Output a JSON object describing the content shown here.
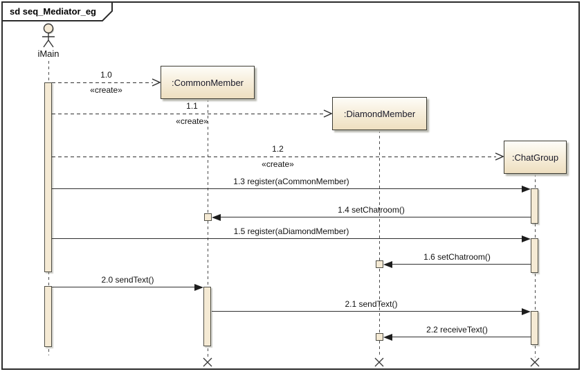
{
  "frame": {
    "title": "sd seq_Mediator_eg"
  },
  "actor": {
    "label": "iMain"
  },
  "objects": [
    {
      "name": ":CommonMember"
    },
    {
      "name": ":DiamondMember"
    },
    {
      "name": ":ChatGroup"
    }
  ],
  "messages": [
    {
      "label": "1.0",
      "stereotype": "«create»",
      "from": "iMain",
      "to": ":CommonMember",
      "kind": "create"
    },
    {
      "label": "1.1",
      "stereotype": "«create»",
      "from": "iMain",
      "to": ":DiamondMember",
      "kind": "create"
    },
    {
      "label": "1.2",
      "stereotype": "«create»",
      "from": "iMain",
      "to": ":ChatGroup",
      "kind": "create"
    },
    {
      "label": "1.3 register(aCommonMember)",
      "from": "iMain",
      "to": ":ChatGroup",
      "kind": "call"
    },
    {
      "label": "1.4 setChatroom()",
      "from": ":ChatGroup",
      "to": ":CommonMember",
      "kind": "call"
    },
    {
      "label": "1.5 register(aDiamondMember)",
      "from": "iMain",
      "to": ":ChatGroup",
      "kind": "call"
    },
    {
      "label": "1.6 setChatroom()",
      "from": ":ChatGroup",
      "to": ":DiamondMember",
      "kind": "call"
    },
    {
      "label": "2.0 sendText()",
      "from": "iMain",
      "to": ":CommonMember",
      "kind": "call"
    },
    {
      "label": "2.1 sendText()",
      "from": ":CommonMember",
      "to": ":ChatGroup",
      "kind": "call"
    },
    {
      "label": "2.2 receiveText()",
      "from": ":ChatGroup",
      "to": ":DiamondMember",
      "kind": "call"
    }
  ],
  "colors": {
    "box_fill_top": "#fefdf8",
    "box_fill_bottom": "#eedfc0",
    "activation_fill": "#f5ead4",
    "line": "#2e2e2e",
    "frame_border": "#2b2b2b",
    "shadow": "#b9b9b0"
  }
}
